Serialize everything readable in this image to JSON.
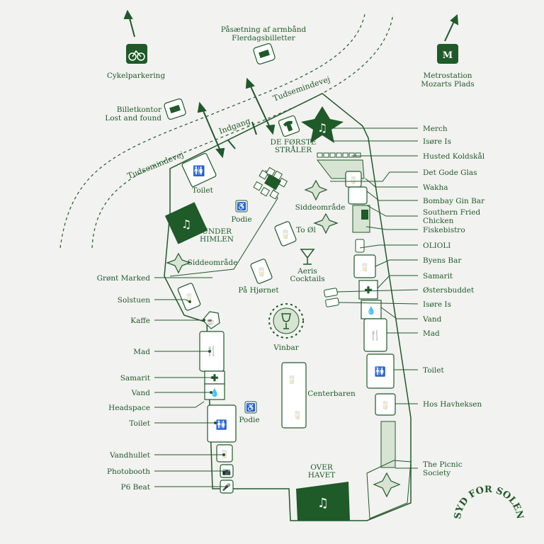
{
  "colors": {
    "accent": "#1f5a29",
    "light_fill": "#d7e4d3",
    "background": "#f2f2f0",
    "icon_background": "#ffffff"
  },
  "top": {
    "bike_parking": "Cykelparkering",
    "wristband_line1": "Påsætning af armbånd",
    "wristband_line2": "Flerdagsbilletter",
    "metro_line1": "Metrostation",
    "metro_line2": "Mozarts Plads",
    "ticket_office_line1": "Billetkontor",
    "ticket_office_line2": "Lost and found"
  },
  "roads": {
    "road_top": "Tudsemindevej",
    "road_bottom": "Tudsemindevej",
    "entrance": "Indgang"
  },
  "stages": {
    "de_forste_line1": "DE FØRSTE",
    "de_forste_line2": "STRÅLER",
    "under_line1": "UNDER",
    "under_line2": "HIMLEN",
    "over_line1": "OVER",
    "over_line2": "HAVET"
  },
  "inside": {
    "toilet": "Toilet",
    "podie": "Podie",
    "podie2": "Podie",
    "siddeomraade_right": "Siddeområde",
    "siddeomraade_left": "Siddeområde",
    "to_ol": "To Øl",
    "aeris_line1": "Aeris",
    "aeris_line2": "Cocktails",
    "paa_hjornet": "På Hjørnet",
    "vinbar": "Vinbar",
    "centerbaren": "Centerbaren"
  },
  "left_labels": [
    "Grønt Marked",
    "Solstuen",
    "Kaffe",
    "Mad",
    "Samarit",
    "Vand",
    "Headspace",
    "Toilet",
    "Vandhullet",
    "Photobooth",
    "P6 Beat"
  ],
  "right_labels": [
    "Merch",
    "Isøre Is",
    "Husted Koldskål",
    "Det Gode Glas",
    "Wakha",
    "Bombay Gin Bar",
    "Southern Fried",
    "Chicken",
    "Fiskebistro",
    "OLIOLI",
    "Byens Bar",
    "Samarit",
    "Østersbuddet",
    "Isøre Is",
    "Vand",
    "Mad",
    "Toilet",
    "Hos Havheksen",
    "The Picnic",
    "Society"
  ],
  "brand": {
    "logo": "SYD FOR SOLEN"
  },
  "icons": {
    "bike": "bicycle-icon",
    "metro": "metro-icon",
    "ticket": "ticket-icon",
    "music": "music-note-icon",
    "drink": "glass-icon",
    "toilet": "toilet-icon",
    "wheelchair": "wheelchair-icon",
    "food": "cutlery-icon",
    "first_aid": "first-aid-icon",
    "water": "water-drop-icon",
    "coffee": "coffee-icon",
    "camera": "camera-icon",
    "mic": "microphone-icon",
    "shirt": "shirt-icon",
    "wine": "wine-glass-icon",
    "cocktail": "cocktail-icon"
  }
}
